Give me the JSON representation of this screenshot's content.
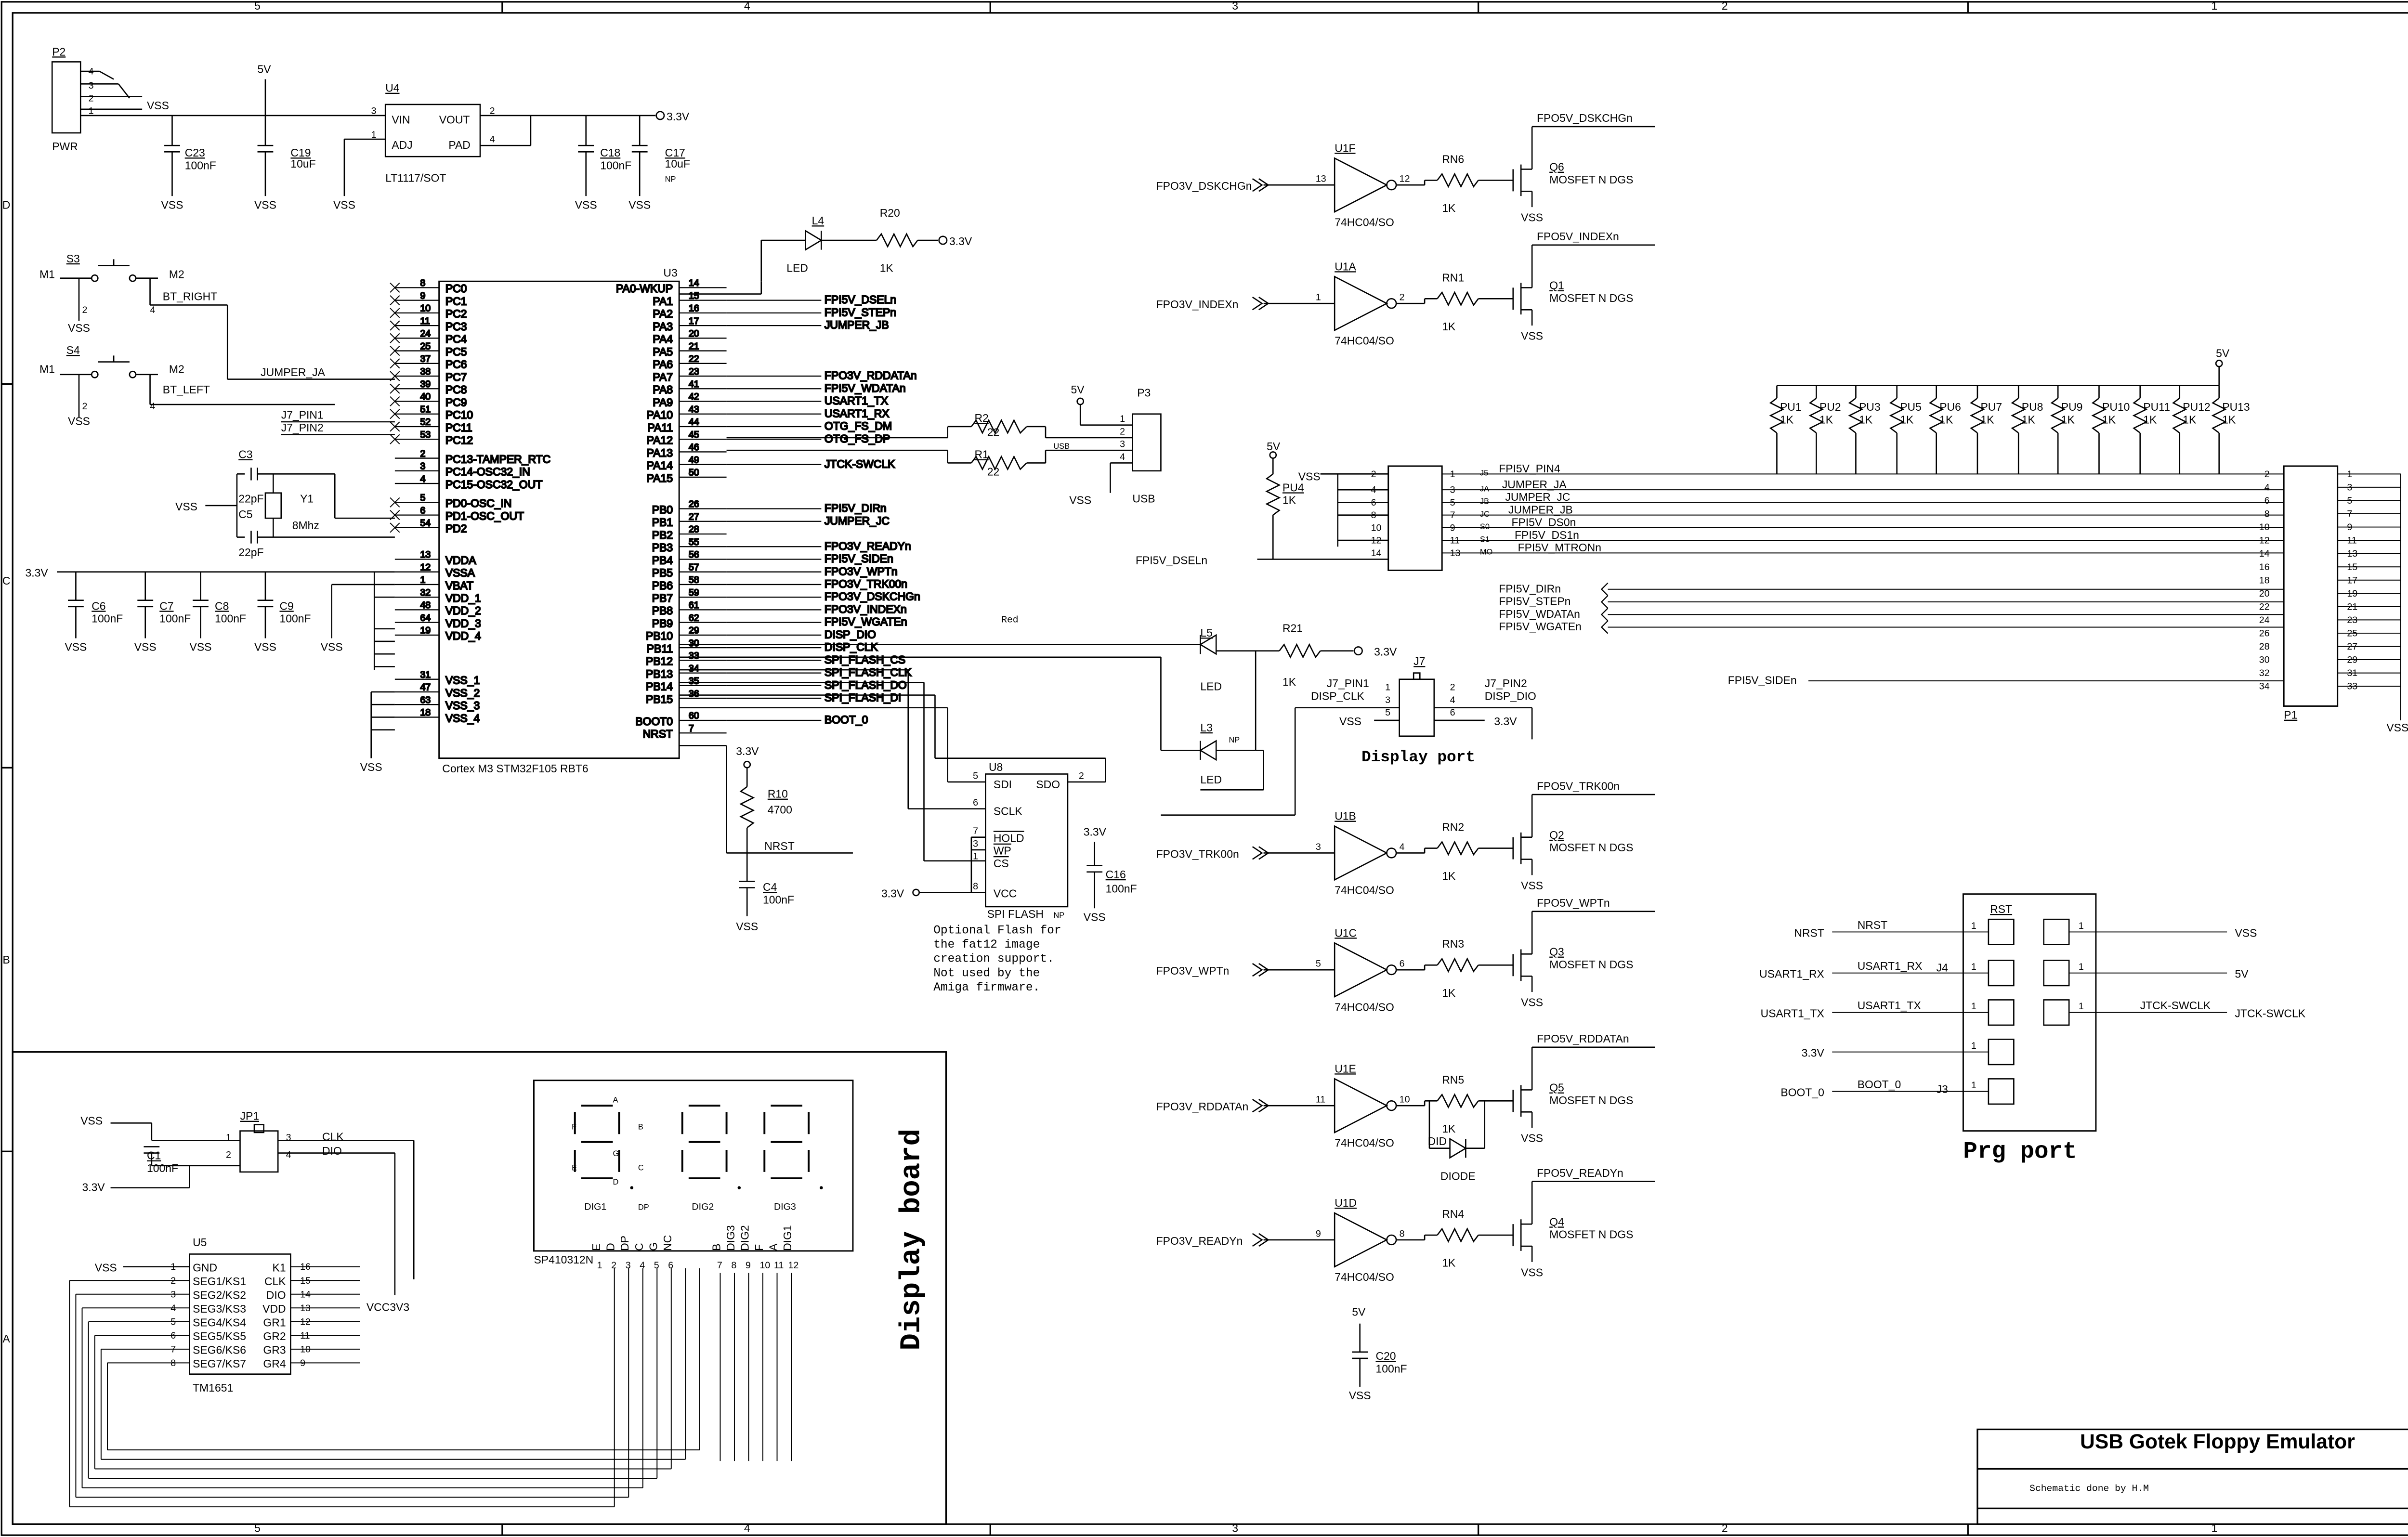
{
  "title_block": {
    "title": "USB Gotek Floppy Emulator",
    "subtitle": "Schematic done by H.M"
  },
  "border": {
    "columns": [
      "5",
      "4",
      "3",
      "2",
      "1"
    ],
    "rows": [
      "D",
      "C",
      "B",
      "A"
    ]
  },
  "power_section": {
    "p2": {
      "ref": "P2",
      "name": "PWR",
      "pins": [
        "4",
        "3",
        "2",
        "1"
      ],
      "net": "VSS"
    },
    "u4": {
      "ref": "U4",
      "part": "LT1117/SOT",
      "vin": "VIN",
      "vout": "VOUT",
      "adj": "ADJ",
      "pad": "PAD",
      "pin3": "3",
      "pin1": "1",
      "pin2": "2",
      "pin4": "4"
    },
    "supply_5v": "5V",
    "out_3v3": "3.3V",
    "caps": [
      {
        "ref": "C23",
        "value": "100nF"
      },
      {
        "ref": "C19",
        "value": "10uF"
      },
      {
        "ref": "C18",
        "value": "100nF"
      },
      {
        "ref": "C17",
        "value": "10uF",
        "note": "NP"
      }
    ],
    "vss": "VSS"
  },
  "buttons": {
    "s3": {
      "ref": "S3",
      "m1": "M1",
      "m2": "M2",
      "net": "BT_RIGHT",
      "pin2": "2",
      "pin4": "4"
    },
    "s4": {
      "ref": "S4",
      "m1": "M1",
      "m2": "M2",
      "net": "BT_LEFT",
      "pin2": "2",
      "pin4": "4"
    },
    "vss": "VSS"
  },
  "crystal": {
    "c3": "C3",
    "c5": "C5",
    "c3_val": "22pF",
    "c5_val": "22pF",
    "y1": "Y1",
    "freq": "8Mhz",
    "vss": "VSS"
  },
  "decoupling": {
    "rail": "3.3V",
    "caps": [
      {
        "ref": "C6",
        "value": "100nF"
      },
      {
        "ref": "C7",
        "value": "100nF"
      },
      {
        "ref": "C8",
        "value": "100nF"
      },
      {
        "ref": "C9",
        "value": "100nF"
      }
    ],
    "vss": "VSS"
  },
  "mcu": {
    "ref": "U3",
    "part": "Cortex M3 STM32F105 RBT6",
    "left_pins": [
      {
        "name": "PC0",
        "num": "8"
      },
      {
        "name": "PC1",
        "num": "9"
      },
      {
        "name": "PC2",
        "num": "10"
      },
      {
        "name": "PC3",
        "num": "11"
      },
      {
        "name": "PC4",
        "num": "24"
      },
      {
        "name": "PC5",
        "num": "25"
      },
      {
        "name": "PC6",
        "num": "37"
      },
      {
        "name": "PC7",
        "num": "38"
      },
      {
        "name": "PC8",
        "num": "39"
      },
      {
        "name": "PC9",
        "num": "40"
      },
      {
        "name": "PC10",
        "num": "51"
      },
      {
        "name": "PC11",
        "num": "52"
      },
      {
        "name": "PC12",
        "num": "53"
      },
      {
        "name": "PC13-TAMPER_RTC",
        "num": "2"
      },
      {
        "name": "PC14-OSC32_IN",
        "num": "3"
      },
      {
        "name": "PC15-OSC32_OUT",
        "num": "4"
      },
      {
        "name": "PD0-OSC_IN",
        "num": "5"
      },
      {
        "name": "PD1-OSC_OUT",
        "num": "6"
      },
      {
        "name": "PD2",
        "num": "54"
      },
      {
        "name": "VDDA",
        "num": "13"
      },
      {
        "name": "VSSA",
        "num": "12"
      },
      {
        "name": "VBAT",
        "num": "1"
      },
      {
        "name": "VDD_1",
        "num": "32"
      },
      {
        "name": "VDD_2",
        "num": "48"
      },
      {
        "name": "VDD_3",
        "num": "64"
      },
      {
        "name": "VDD_4",
        "num": "19"
      },
      {
        "name": "VSS_1",
        "num": "31"
      },
      {
        "name": "VSS_2",
        "num": "47"
      },
      {
        "name": "VSS_3",
        "num": "63"
      },
      {
        "name": "VSS_4",
        "num": "18"
      }
    ],
    "right_pins": [
      {
        "name": "PA0-WKUP",
        "num": "14"
      },
      {
        "name": "PA1",
        "num": "15"
      },
      {
        "name": "PA2",
        "num": "16"
      },
      {
        "name": "PA3",
        "num": "17"
      },
      {
        "name": "PA4",
        "num": "20"
      },
      {
        "name": "PA5",
        "num": "21"
      },
      {
        "name": "PA6",
        "num": "22"
      },
      {
        "name": "PA7",
        "num": "23"
      },
      {
        "name": "PA8",
        "num": "41"
      },
      {
        "name": "PA9",
        "num": "42"
      },
      {
        "name": "PA10",
        "num": "43"
      },
      {
        "name": "PA11",
        "num": "44"
      },
      {
        "name": "PA12",
        "num": "45"
      },
      {
        "name": "PA13",
        "num": "46"
      },
      {
        "name": "PA14",
        "num": "49"
      },
      {
        "name": "PA15",
        "num": "50"
      },
      {
        "name": "PB0",
        "num": "26"
      },
      {
        "name": "PB1",
        "num": "27"
      },
      {
        "name": "PB2",
        "num": "28"
      },
      {
        "name": "PB3",
        "num": "55"
      },
      {
        "name": "PB4",
        "num": "56"
      },
      {
        "name": "PB5",
        "num": "57"
      },
      {
        "name": "PB6",
        "num": "58"
      },
      {
        "name": "PB7",
        "num": "59"
      },
      {
        "name": "PB8",
        "num": "61"
      },
      {
        "name": "PB9",
        "num": "62"
      },
      {
        "name": "PB10",
        "num": "29"
      },
      {
        "name": "PB11",
        "num": "30"
      },
      {
        "name": "PB12",
        "num": "33"
      },
      {
        "name": "PB13",
        "num": "34"
      },
      {
        "name": "PB14",
        "num": "35"
      },
      {
        "name": "PB15",
        "num": "36"
      },
      {
        "name": "BOOT0",
        "num": "60"
      },
      {
        "name": "NRST",
        "num": "7"
      }
    ],
    "right_nets": [
      {
        "pin": "PA1",
        "net": "FPI5V_DSELn"
      },
      {
        "pin": "PA2",
        "net": "FPI5V_STEPn"
      },
      {
        "pin": "PA3",
        "net": "JUMPER_JB"
      },
      {
        "pin": "PA7",
        "net": "FPO3V_RDDATAn"
      },
      {
        "pin": "PA8",
        "net": "FPI5V_WDATAn"
      },
      {
        "pin": "PA9",
        "net": "USART1_TX"
      },
      {
        "pin": "PA10",
        "net": "USART1_RX"
      },
      {
        "pin": "PA11",
        "net": "OTG_FS_DM"
      },
      {
        "pin": "PA12",
        "net": "OTG_FS_DP"
      },
      {
        "pin": "PA14",
        "net": "JTCK-SWCLK"
      },
      {
        "pin": "PB0",
        "net": "FPI5V_DIRn"
      },
      {
        "pin": "PB1",
        "net": "JUMPER_JC"
      },
      {
        "pin": "PB3",
        "net": "FPO3V_READYn"
      },
      {
        "pin": "PB4",
        "net": "FPI5V_SIDEn"
      },
      {
        "pin": "PB5",
        "net": "FPO3V_WPTn"
      },
      {
        "pin": "PB6",
        "net": "FPO3V_TRK00n"
      },
      {
        "pin": "PB7",
        "net": "FPO3V_DSKCHGn"
      },
      {
        "pin": "PB8",
        "net": "FPO3V_INDEXn"
      },
      {
        "pin": "PB9",
        "net": "FPI5V_WGATEn"
      },
      {
        "pin": "PB10",
        "net": "DISP_DIO"
      },
      {
        "pin": "PB11",
        "net": "DISP_CLK"
      },
      {
        "pin": "PB12",
        "net": "SPI_FLASH_CS"
      },
      {
        "pin": "PB13",
        "net": "SPI_FLASH_CLK"
      },
      {
        "pin": "PB14",
        "net": "SPI_FLASH_DO"
      },
      {
        "pin": "PB15",
        "net": "SPI_FLASH_DI"
      },
      {
        "pin": "BOOT0",
        "net": "BOOT_0"
      }
    ],
    "left_nets": {
      "jumper_ja": "JUMPER_JA",
      "j7_pin1": "J7_PIN1",
      "j7_pin2": "J7_PIN2"
    },
    "vss": "VSS"
  },
  "led_l4": {
    "ref": "L4",
    "label": "LED",
    "r": "R20",
    "rval": "1K",
    "rail": "3.3V"
  },
  "usb": {
    "ref": "P3",
    "label": "USB",
    "supply": "5V",
    "vss": "VSS",
    "tag": "USB",
    "r2": "R2",
    "r1": "R1",
    "rval": "22",
    "pins": [
      "1",
      "2",
      "3",
      "4"
    ]
  },
  "reset": {
    "r10": "R10",
    "r10_val": "4700",
    "c4": "C4",
    "c4_val": "100nF",
    "rail": "3.3V",
    "net": "NRST",
    "vss": "VSS"
  },
  "spi_flash": {
    "ref": "U8",
    "part": "SPI FLASH",
    "np": "NP",
    "pins": {
      "sdi": "SDI",
      "sdo": "SDO",
      "sclk": "SCLK",
      "hold": "HOLD",
      "wp": "WP",
      "cs": "CS",
      "vcc": "VCC"
    },
    "pin_nums": {
      "sdi": "5",
      "sdo": "2",
      "sclk": "6",
      "hold": "7",
      "wp": "3",
      "cs": "1",
      "vcc": "8"
    },
    "rail": "3.3V",
    "c16": "C16",
    "c16_val": "100nF",
    "vss": "VSS",
    "note": [
      "Optional Flash for",
      "the fat12 image",
      "creation support.",
      "Not used by the",
      "Amiga firmware."
    ]
  },
  "red_label": "Red",
  "leds_l5_l3": {
    "l5": "L5",
    "l3": "L3",
    "label": "LED",
    "np": "NP",
    "r21": "R21",
    "r21_val": "1K",
    "rail": "3.3V"
  },
  "display_port": {
    "ref": "J7",
    "title": "Display port",
    "pin1": "J7_PIN1",
    "pin2": "J7_PIN2",
    "clk": "DISP_CLK",
    "dio": "DISP_DIO",
    "vss": "VSS",
    "rail": "3.3V",
    "pins": [
      "1",
      "2",
      "3",
      "4",
      "5",
      "6"
    ]
  },
  "inverters": [
    {
      "ref": "U1F",
      "part": "74HC04/SO",
      "in": "13",
      "out": "12",
      "input_net": "FPO3V_DSKCHGn",
      "rn": "RN6",
      "rval": "1K",
      "q": "Q6",
      "q_part": "MOSFET N DGS",
      "out_net": "FPO5V_DSKCHGn"
    },
    {
      "ref": "U1A",
      "part": "74HC04/SO",
      "in": "1",
      "out": "2",
      "input_net": "FPO3V_INDEXn",
      "rn": "RN1",
      "rval": "1K",
      "q": "Q1",
      "q_part": "MOSFET N DGS",
      "out_net": "FPO5V_INDEXn"
    },
    {
      "ref": "U1B",
      "part": "74HC04/SO",
      "in": "3",
      "out": "4",
      "input_net": "FPO3V_TRK00n",
      "rn": "RN2",
      "rval": "1K",
      "q": "Q2",
      "q_part": "MOSFET N DGS",
      "out_net": "FPO5V_TRK00n"
    },
    {
      "ref": "U1C",
      "part": "74HC04/SO",
      "in": "5",
      "out": "6",
      "input_net": "FPO3V_WPTn",
      "rn": "RN3",
      "rval": "1K",
      "q": "Q3",
      "q_part": "MOSFET N DGS",
      "out_net": "FPO5V_WPTn"
    },
    {
      "ref": "U1E",
      "part": "74HC04/SO",
      "in": "11",
      "out": "10",
      "input_net": "FPO3V_RDDATAn",
      "rn": "RN5",
      "rval": "1K",
      "q": "Q5",
      "q_part": "MOSFET N DGS",
      "out_net": "FPO5V_RDDATAn"
    },
    {
      "ref": "U1D",
      "part": "74HC04/SO",
      "in": "9",
      "out": "8",
      "input_net": "FPO3V_READYn",
      "rn": "RN4",
      "rval": "1K",
      "q": "Q4",
      "q_part": "MOSFET N DGS",
      "out_net": "FPO5V_READYn"
    }
  ],
  "diode": {
    "ref": "DID",
    "label": "DIODE"
  },
  "vss": "VSS",
  "pullups": {
    "rail": "5V",
    "refs": [
      "PU1",
      "PU2",
      "PU3",
      "PU5",
      "PU6",
      "PU7",
      "PU8",
      "PU9",
      "PU10",
      "PU11",
      "PU12",
      "PU13"
    ],
    "value": "1K"
  },
  "jumpers": {
    "pu4": "PU4",
    "pu4_val": "1K",
    "supply": "5V",
    "vss": "VSS",
    "dseln": "FPI5V_DSELn",
    "left_pins": [
      "2",
      "4",
      "6",
      "8",
      "10",
      "12",
      "14"
    ],
    "right_pins": [
      "1",
      "3",
      "5",
      "7",
      "9",
      "11",
      "13"
    ],
    "tags": [
      "J5",
      "JA",
      "JB",
      "JC",
      "S0",
      "S1",
      "MO"
    ],
    "nets": [
      "FPI5V_PIN4",
      "JUMPER_JA",
      "JUMPER_JC",
      "JUMPER_JB",
      "FPI5V_DS0n",
      "FPI5V_DS1n",
      "FPI5V_MTRONn"
    ]
  },
  "floppy_nets": [
    "FPI5V_DIRn",
    "FPI5V_STEPn",
    "FPI5V_WDATAn",
    "FPI5V_WGATEn"
  ],
  "side_net": "FPI5V_SIDEn",
  "p1": {
    "ref": "P1",
    "even": [
      "2",
      "4",
      "6",
      "8",
      "10",
      "12",
      "14",
      "16",
      "18",
      "20",
      "22",
      "24",
      "26",
      "28",
      "30",
      "32",
      "34"
    ],
    "odd": [
      "1",
      "3",
      "5",
      "7",
      "9",
      "11",
      "13",
      "15",
      "17",
      "19",
      "21",
      "23",
      "25",
      "27",
      "29",
      "31",
      "33"
    ],
    "vss": "VSS"
  },
  "prg_port": {
    "title": "Prg port",
    "rst": "RST",
    "j4": "J4",
    "j3": "J3",
    "left": [
      {
        "net": "NRST",
        "label": "NRST",
        "pin": "1"
      },
      {
        "net": "USART1_RX",
        "label": "USART1_RX",
        "pin": "1"
      },
      {
        "net": "USART1_TX",
        "label": "USART1_TX",
        "pin": "1"
      },
      {
        "net": "3.3V",
        "label": "",
        "pin": "1"
      },
      {
        "net": "BOOT_0",
        "label": "BOOT_0",
        "pin": "1"
      }
    ],
    "right": [
      {
        "net": "VSS",
        "pin": "1"
      },
      {
        "net": "5V",
        "pin": "1"
      },
      {
        "net": "JTCK-SWCLK",
        "label": "JTCK-SWCLK",
        "pin": "1"
      }
    ]
  },
  "c20": {
    "ref": "C20",
    "value": "100nF",
    "rail": "5V",
    "vss": "VSS"
  },
  "display_board": {
    "title": "Display board",
    "jp1": {
      "ref": "JP1",
      "clk": "CLK",
      "dio": "DIO",
      "pins": [
        "1",
        "2",
        "3",
        "4"
      ]
    },
    "c1": {
      "ref": "C1",
      "value": "100nF"
    },
    "vss": "VSS",
    "rail": "3.3V",
    "u5": {
      "ref": "U5",
      "part": "TM1651",
      "left": [
        "GND",
        "SEG1/KS1",
        "SEG2/KS2",
        "SEG3/KS3",
        "SEG4/KS4",
        "SEG5/KS5",
        "SEG6/KS6",
        "SEG7/KS7"
      ],
      "left_nums": [
        "1",
        "2",
        "3",
        "4",
        "5",
        "6",
        "7",
        "8"
      ],
      "right": [
        "K1",
        "CLK",
        "DIO",
        "VDD",
        "GR1",
        "GR2",
        "GR3",
        "GR4"
      ],
      "right_nums": [
        "16",
        "15",
        "14",
        "13",
        "12",
        "11",
        "10",
        "9"
      ],
      "vdd_net": "VCC3V3"
    },
    "seg": {
      "part": "SP410312N",
      "digits": [
        "DIG1",
        "DIG2",
        "DIG3"
      ],
      "dp": "DP",
      "seg_labels": {
        "a": "A",
        "b": "B",
        "c": "C",
        "d": "D",
        "e": "E",
        "f": "F",
        "g": "G"
      },
      "bottom_left": [
        "E",
        "D",
        "DP",
        "C",
        "G",
        "NC"
      ],
      "bottom_left_nums": [
        "1",
        "2",
        "3",
        "4",
        "5",
        "6"
      ],
      "bottom_right": [
        "B",
        "DIG3",
        "DIG2",
        "F",
        "A",
        "DIG1"
      ],
      "bottom_right_nums": [
        "7",
        "8",
        "9",
        "10",
        "11",
        "12"
      ]
    }
  }
}
